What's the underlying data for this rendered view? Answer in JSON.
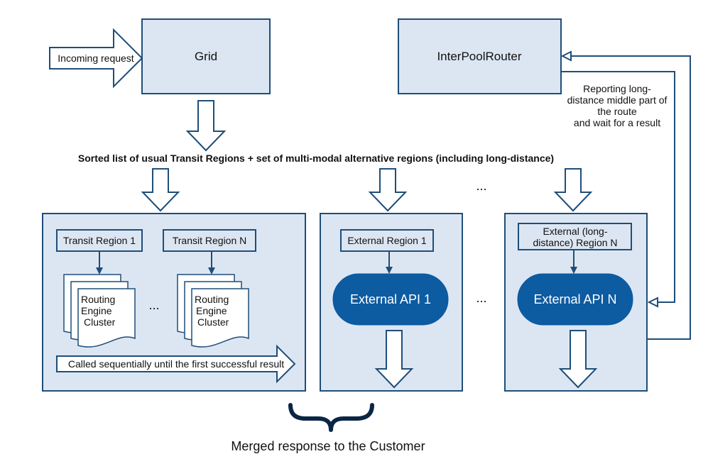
{
  "nodes": {
    "incoming_request": "Incoming request",
    "grid": "Grid",
    "interpool_router": "InterPoolRouter",
    "reporting_note": [
      "Reporting long-",
      "distance middle part of",
      "the route",
      "and wait for a result"
    ],
    "sorted_list": "Sorted list of usual Transit Regions + set of multi-modal alternative regions (including long-distance)",
    "ellipsis": "...",
    "transit_region_1": "Transit Region 1",
    "transit_region_n": "Transit Region N",
    "routing_engine_cluster": [
      "Routing",
      "Engine",
      "Cluster"
    ],
    "called_sequentially": "Called sequentially until the first successful result",
    "external_region_1": "External Region 1",
    "external_region_n": [
      "External (long-",
      "distance) Region N"
    ],
    "external_api_1": "External API 1",
    "external_api_n": "External API N",
    "merged_response": "Merged response to the Customer"
  },
  "colors": {
    "box_fill": "#dce6f2",
    "box_stroke": "#1f4e79",
    "api_fill": "#0d5ba1",
    "api_text": "#ffffff",
    "brace": "#0b2545",
    "text": "#111111"
  }
}
